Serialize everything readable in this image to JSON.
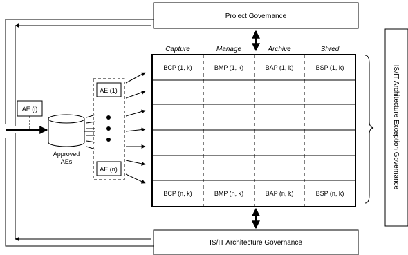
{
  "diagram": {
    "top_box": "Project Governance",
    "bottom_box": "IS/IT Architecture Governance",
    "right_box": "IS/IT Architecture Exception Governance",
    "ae_input": "AE (i)",
    "repository": {
      "line1": "Approved",
      "line2": "AEs"
    },
    "ae_list": {
      "first": "AE (1)",
      "last": "AE (n)"
    },
    "columns": [
      "Capture",
      "Manage",
      "Archive",
      "Shred"
    ],
    "first_row": [
      "BCP (1, k)",
      "BMP (1, k)",
      "BAP (1, k)",
      "BSP (1, k)"
    ],
    "last_row": [
      "BCP (n, k)",
      "BMP (n, k)",
      "BAP (n, k)",
      "BSP (n, k)"
    ]
  }
}
